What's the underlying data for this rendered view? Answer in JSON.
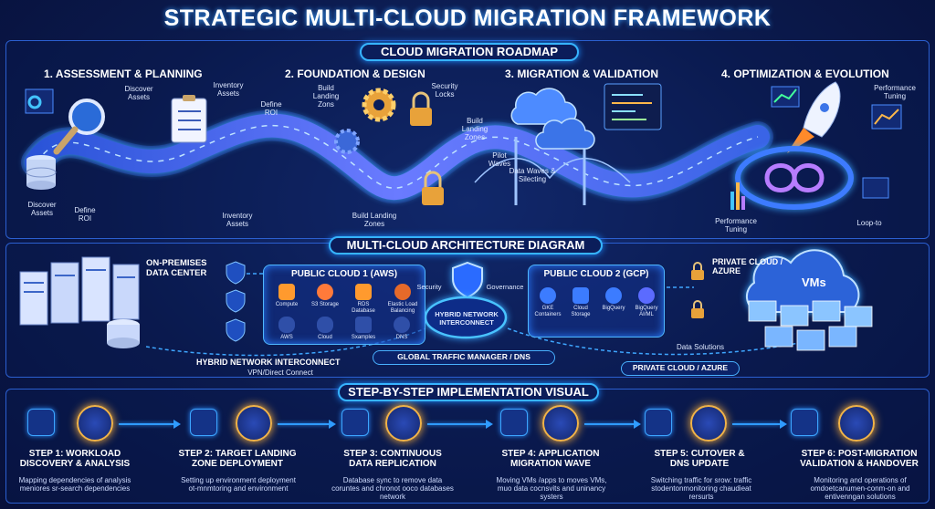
{
  "title": "STRATEGIC MULTI-CLOUD MIGRATION FRAMEWORK",
  "roadmap": {
    "header": "CLOUD MIGRATION ROADMAP",
    "phases": [
      "1. ASSESSMENT & PLANNING",
      "2. FOUNDATION & DESIGN",
      "3. MIGRATION & VALIDATION",
      "4. OPTIMIZATION & EVOLUTION"
    ],
    "labels": {
      "discover_assets_top": "Discover Assets",
      "inventory_assets_top": "Inventory Assets",
      "define_roi_top": "Define ROI",
      "build_landing_zones_top": "Build Landing Zons",
      "security_locks": "Security Locks",
      "build_landing_zones_mid": "Build Landing Zones",
      "pilot_waves": "Pilot Waves",
      "data_waves": "Data Waves & Silecting",
      "performance_tuning_top": "Performance Tuning",
      "discover_assets_bottom": "Discover Assets",
      "define_roi_bottom": "Define ROI",
      "inventory_assets_bottom": "Inventory Assets",
      "build_landing_zones_bottom": "Build Landing Zones",
      "performance_tuning_bottom": "Performance Tuning",
      "loop_to": "Loop-to"
    }
  },
  "architecture": {
    "header": "MULTI-CLOUD ARCHITECTURE DIAGRAM",
    "onprem": "ON-PREMISES DATA CENTER",
    "aws": {
      "title": "PUBLIC CLOUD 1 (AWS)",
      "services": [
        "Compute",
        "S3 Storage",
        "RDS Database",
        "Elastic Load Balancing",
        "AWS",
        "Cloud",
        "Sxamples",
        "DNS"
      ]
    },
    "security": "Security",
    "governance": "Governance",
    "hub": "HYBRID NETWORK INTERCONNECT",
    "gcp": {
      "title": "PUBLIC CLOUD 2 (GCP)",
      "services": [
        "GKE Containers",
        "Cloud Storage",
        "BigQuery",
        "BigQuery AI/ML"
      ]
    },
    "private": "PRIVATE CLOUD / AZURE",
    "vms": "VMs",
    "data_solutions": "Data Solutions",
    "global_traffic": "GLOBAL TRAFFIC MANAGER / DNS",
    "hybrid_bottom": "HYBRID NETWORK INTERCONNECT",
    "vpn": "VPN/Direct Connect",
    "private_bottom": "PRIVATE CLOUD / AZURE"
  },
  "implementation": {
    "header": "STEP-BY-STEP IMPLEMENTATION VISUAL",
    "steps": [
      {
        "title": "STEP 1: WORKLOAD DISCOVERY & ANALYSIS",
        "desc": "Mapping dependencies of analysis meniores sr-search dependencies"
      },
      {
        "title": "STEP 2: TARGET LANDING ZONE DEPLOYMENT",
        "desc": "Setting up environment deployment ot-mnmtoring and environment"
      },
      {
        "title": "STEP 3: CONTINUOUS DATA REPLICATION",
        "desc": "Database sync to remove data coruntes and chronot ooco databases network"
      },
      {
        "title": "STEP 4: APPLICATION MIGRATION WAVE",
        "desc": "Moving VMs /apps to moves VMs, muo data cocnsvits and uninancy systers"
      },
      {
        "title": "STEP 5: CUTOVER & DNS UPDATE",
        "desc": "Switching traffic for srow: traffic stodentonmonitoring chaudieat rersurts"
      },
      {
        "title": "STEP 6: POST-MIGRATION VALIDATION & HANDOVER",
        "desc": "Monitoring and operations of omdoetcanumen-conm-on and entivenngan solutions"
      }
    ]
  },
  "colors": {
    "accent": "#36b4ff",
    "gold": "#f1b348",
    "bg": "#0b1a4d",
    "aws": "#ff9a2e",
    "gcp": "#3c7cff"
  }
}
